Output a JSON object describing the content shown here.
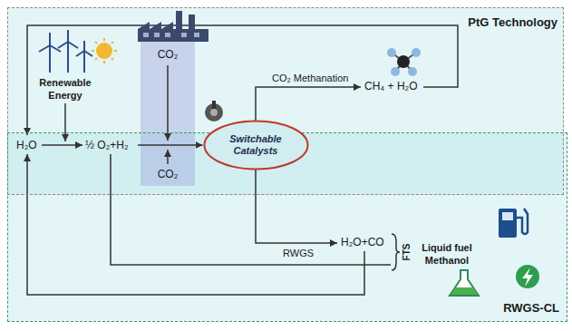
{
  "diagram": {
    "nodes": [
      {
        "text": [
          "PtG Technology"
        ]
      },
      {
        "text": [
          "RWGS-CL"
        ]
      },
      {
        "text": [
          "CO₂",
          "CO₂"
        ]
      },
      {
        "text": [
          "Switchable Catalysts"
        ]
      }
    ],
    "edges": [
      {
        "from": 2,
        "to": 3,
        "arrow": "to"
      }
    ],
    "labels": [
      "Renewable Energy",
      "H₂O",
      "½ O₂+H₂",
      "CO₂ Methanation",
      "CH₄ + H₂O",
      "RWGS",
      "H₂O+CO",
      "FTS",
      "Liquid fuel Methanol"
    ]
  }
}
